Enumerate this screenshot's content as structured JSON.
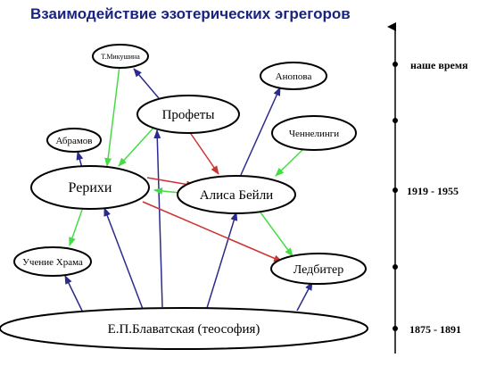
{
  "title": "Взаимодействие эзотерических эгрегоров",
  "nodes": {
    "mikushina": "Т.Микушина",
    "prophets": "Профеты",
    "anopova": "Анопова",
    "abramov": "Абрамов",
    "channelings": "Ченнелинги",
    "roerichs": "Рерихи",
    "bailey": "Алиса Бейли",
    "temple": "Учение Храма",
    "leadbeater": "Ледбитер",
    "blavatsky": "Е.П.Блаватская (теософия)"
  },
  "timeline": {
    "labels": [
      "наше время",
      "1919 - 1955",
      "1875 - 1891"
    ]
  },
  "colors": {
    "navy": "#2b2b8f",
    "green": "#44dd44",
    "red": "#cc3333",
    "title": "#1a237e"
  }
}
